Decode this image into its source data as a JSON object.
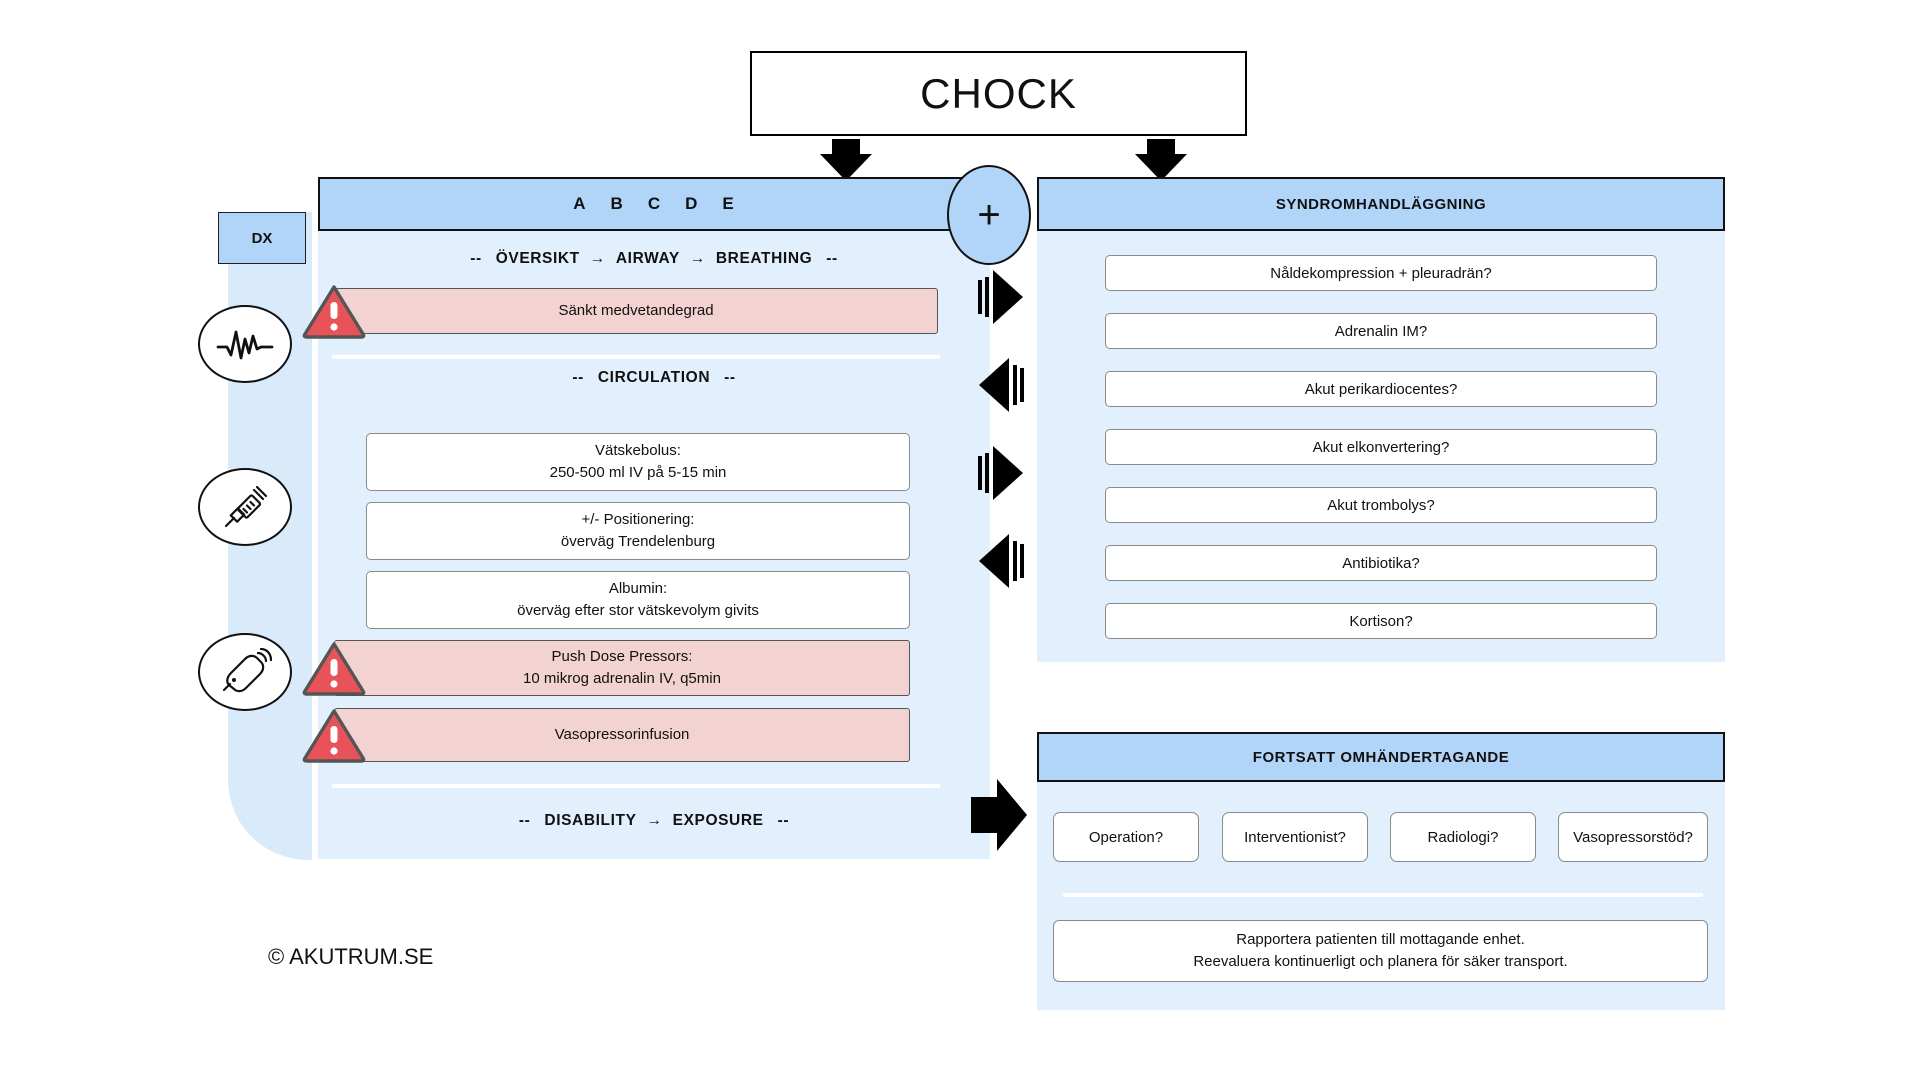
{
  "title": {
    "main": "CHOCK"
  },
  "left_rail": {
    "dx_label": "DX",
    "icons": [
      {
        "name": "ecg-waveform-icon",
        "semantic": "ecg-waveform"
      },
      {
        "name": "syringe-icon",
        "semantic": "syringe"
      },
      {
        "name": "ultrasound-probe-icon",
        "semantic": "ultrasound-probe"
      }
    ]
  },
  "abcde_panel": {
    "header_letters": [
      "A",
      "B",
      "C",
      "D",
      "E"
    ],
    "sections": [
      {
        "dash_left": "--",
        "dash_right": "--",
        "steps": [
          "ÖVERSIKT",
          "AIRWAY",
          "BREATHING"
        ],
        "arrow": "→"
      },
      {
        "dash_left": "--",
        "dash_right": "--",
        "steps": [
          "CIRCULATION"
        ],
        "arrow": "→"
      },
      {
        "dash_left": "--",
        "dash_right": "--",
        "steps": [
          "DISABILITY",
          "EXPOSURE"
        ],
        "arrow": "→"
      }
    ],
    "breathing_items": [
      {
        "line1": "Sänkt medvetandegrad",
        "line2": "",
        "alert": true
      }
    ],
    "circulation_items": [
      {
        "line1": "Vätskebolus:",
        "line2": "250-500 ml IV på 5-15 min",
        "alert": false
      },
      {
        "line1": "+/- Positionering:",
        "line2": "överväg Trendelenburg",
        "alert": false
      },
      {
        "line1": "Albumin:",
        "line2": "överväg efter stor vätskevolym givits",
        "alert": false
      },
      {
        "line1": "Push Dose Pressors:",
        "line2": "10 mikrog adrenalin IV, q5min",
        "alert": true
      },
      {
        "line1": "Vasopressorinfusion",
        "line2": "",
        "alert": true
      }
    ]
  },
  "center": {
    "plus_symbol": "+"
  },
  "syndrome_panel": {
    "header": "SYNDROMHANDLÄGGNING",
    "items": [
      "Nåldekompression + pleuradrän?",
      "Adrenalin IM?",
      "Akut perikardiocentes?",
      "Akut elkonvertering?",
      "Akut trombolys?",
      "Antibiotika?",
      "Kortison?"
    ]
  },
  "continued_care_panel": {
    "header": "FORTSATT OMHÄNDERTAGANDE",
    "options": [
      "Operation?",
      "Interventionist?",
      "Radiologi?",
      "Vasopressorstöd?"
    ],
    "note_line1": "Rapportera patienten till mottagande enhet.",
    "note_line2": "Reevaluera kontinuerligt och planera för säker transport."
  },
  "footer": {
    "credit": "© AKUTRUM.SE"
  },
  "colors": {
    "header_blue": "#b0d5f8",
    "panel_blue": "#e2effc",
    "rail_blue": "#d9eafb",
    "alert_pink": "#f3d2d2",
    "alert_red": "#e8535a",
    "box_border": "#8a8a8a",
    "black": "#000000"
  }
}
